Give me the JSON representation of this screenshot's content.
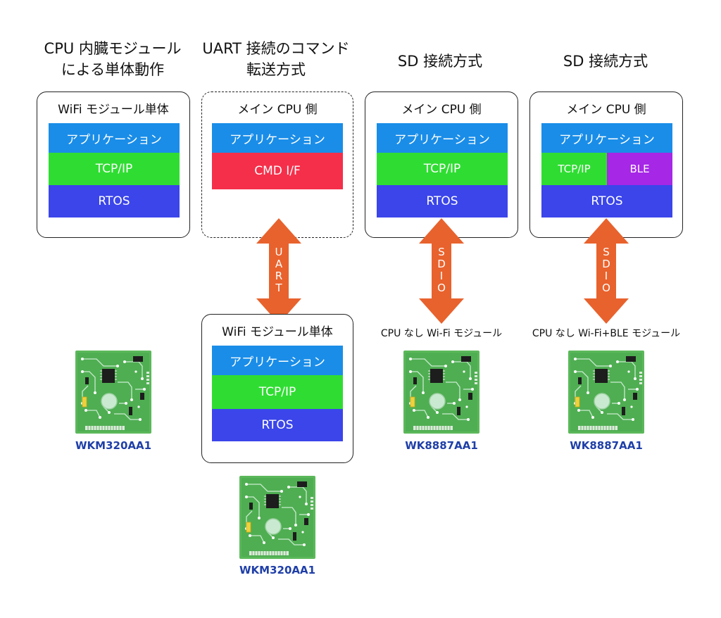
{
  "columns": [
    {
      "title": "CPU 内臓モジュール\nによる単体動作",
      "frame_label": "WiFi モジュール単体",
      "layers": [
        "アプリケーション",
        "TCP/IP",
        "RTOS"
      ],
      "part": "WKM320AA1"
    },
    {
      "title": "UART 接続のコマンド\n転送方式",
      "frame_label": "メイン CPU 側",
      "layers": [
        "アプリケーション",
        "CMD I/F"
      ],
      "bus": [
        "U",
        "A",
        "R",
        "T"
      ],
      "module_label": "WiFi モジュール単体",
      "module_layers": [
        "アプリケーション",
        "TCP/IP",
        "RTOS"
      ],
      "part": "WKM320AA1"
    },
    {
      "title": "SD 接続方式",
      "frame_label": "メイン CPU 側",
      "layers": [
        "アプリケーション",
        "TCP/IP",
        "RTOS"
      ],
      "bus": [
        "S",
        "D",
        "I",
        "O"
      ],
      "module_caption": "CPU なし Wi-Fi モジュール",
      "part": "WK8887AA1"
    },
    {
      "title": "SD 接続方式",
      "frame_label": "メイン CPU 側",
      "layers": [
        "アプリケーション",
        "TCP/IP",
        "BLE",
        "RTOS"
      ],
      "bus": [
        "S",
        "D",
        "I",
        "O"
      ],
      "module_caption": "CPU なし Wi-Fi+BLE モジュール",
      "part": "WK8887AA1"
    }
  ],
  "colors": {
    "application": "#1a8de8",
    "tcpip": "#2fdd32",
    "rtos": "#3b45ea",
    "cmd": "#f52f4a",
    "ble": "#a627e6",
    "arrow": "#e8622d",
    "board": "#5bb85a",
    "part_label": "#1f3fa8"
  }
}
